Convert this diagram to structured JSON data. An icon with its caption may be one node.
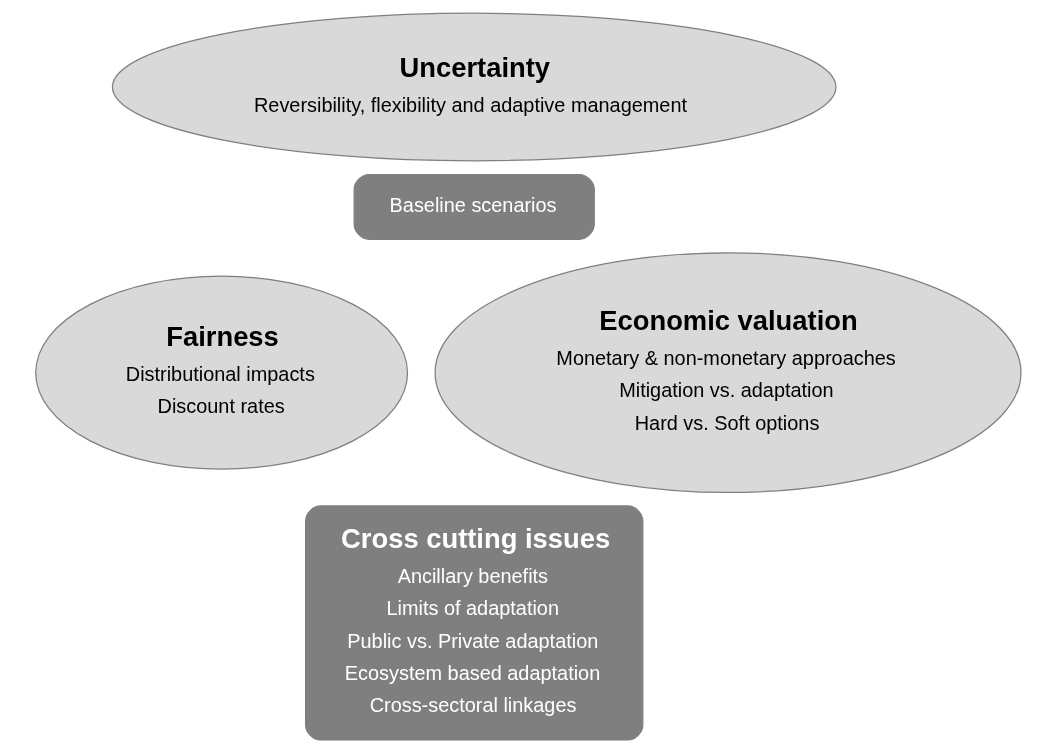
{
  "diagram": {
    "nodes": [
      {
        "text": [
          "Uncertainty",
          "Reversibility, flexibility and adaptive management"
        ]
      },
      {
        "text": [
          "Baseline scenarios"
        ]
      },
      {
        "text": [
          "Fairness",
          "Distributional impacts",
          "Discount rates"
        ]
      },
      {
        "text": [
          "Economic valuation",
          "Monetary & non-monetary approaches",
          "Mitigation vs. adaptation",
          "Hard vs. Soft options"
        ]
      },
      {
        "text": [
          "Cross cutting issues",
          "Ancillary benefits",
          "Limits of adaptation",
          "Public vs. Private adaptation",
          "Ecosystem based adaptation",
          "Cross-sectoral linkages"
        ]
      }
    ]
  }
}
